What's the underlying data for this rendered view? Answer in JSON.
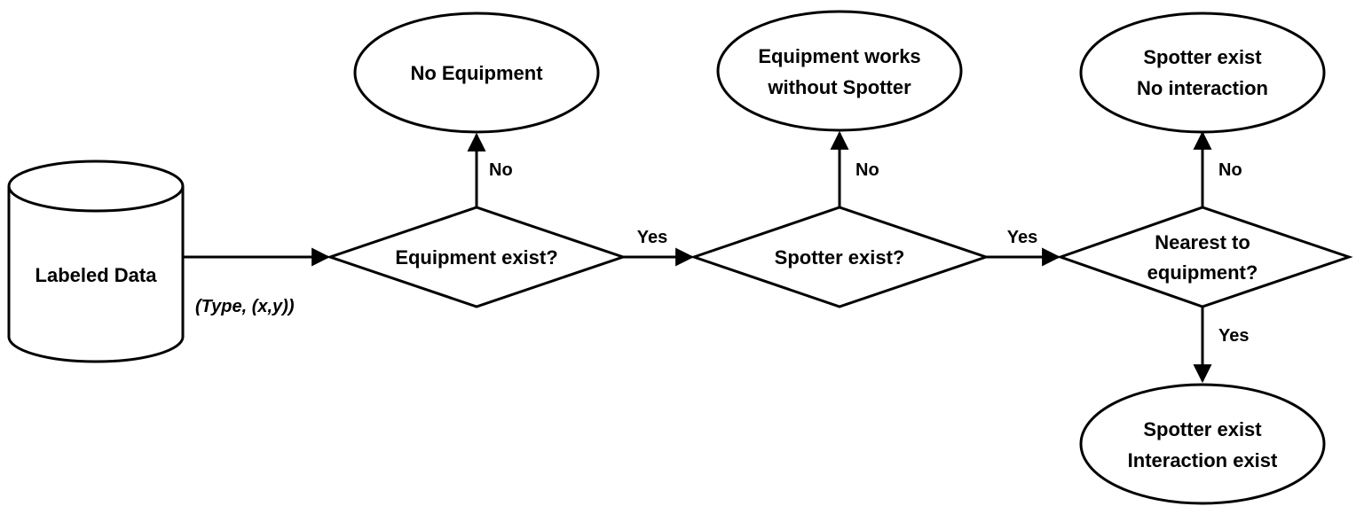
{
  "nodes": {
    "database": {
      "label": "Labeled Data"
    },
    "no_equipment": {
      "label": "No Equipment"
    },
    "equipment_exist": {
      "label": "Equipment exist?"
    },
    "spotter_exist": {
      "label": "Spotter exist?"
    },
    "nearest": {
      "line1": "Nearest to",
      "line2": "equipment?"
    },
    "works_without": {
      "line1": "Equipment works",
      "line2": "without Spotter"
    },
    "no_interaction": {
      "line1": "Spotter exist",
      "line2": "No interaction"
    },
    "interaction": {
      "line1": "Spotter exist",
      "line2": "Interaction exist"
    }
  },
  "edges": {
    "input_annotation": "(Type, (x,y))",
    "eq_no": "No",
    "eq_yes": "Yes",
    "sp_no": "No",
    "sp_yes": "Yes",
    "nr_no": "No",
    "nr_yes": "Yes"
  },
  "colors": {
    "stroke": "#000000",
    "fill": "#ffffff"
  }
}
